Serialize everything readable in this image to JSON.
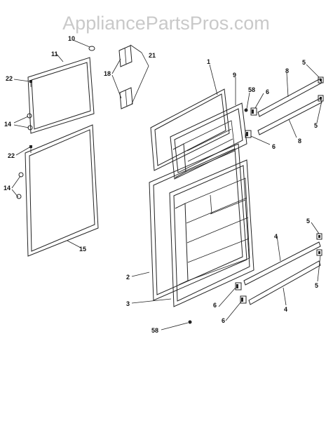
{
  "watermark": "AppliancePartsPros.com",
  "callouts": {
    "c10": "10",
    "c11": "11",
    "c22a": "22",
    "c14a": "14",
    "c22b": "22",
    "c14b": "14",
    "c15": "15",
    "c18": "18",
    "c21": "21",
    "c1": "1",
    "c9": "9",
    "c58a": "58",
    "c6a": "6",
    "c8a": "8",
    "c5a": "5",
    "c5b": "5",
    "c6b": "6",
    "c8b": "8",
    "c2": "2",
    "c3": "3",
    "c58b": "58",
    "c5c": "5",
    "c4a": "4",
    "c5d": "5",
    "c6c": "6",
    "c6d": "6",
    "c4b": "4"
  }
}
